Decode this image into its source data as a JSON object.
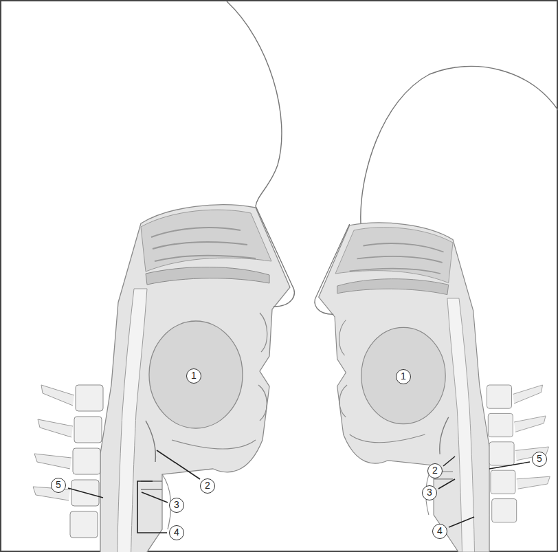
{
  "diagram": {
    "labels": [
      "1",
      "2",
      "3",
      "4",
      "5",
      "1",
      "2",
      "3",
      "4",
      "5"
    ]
  }
}
